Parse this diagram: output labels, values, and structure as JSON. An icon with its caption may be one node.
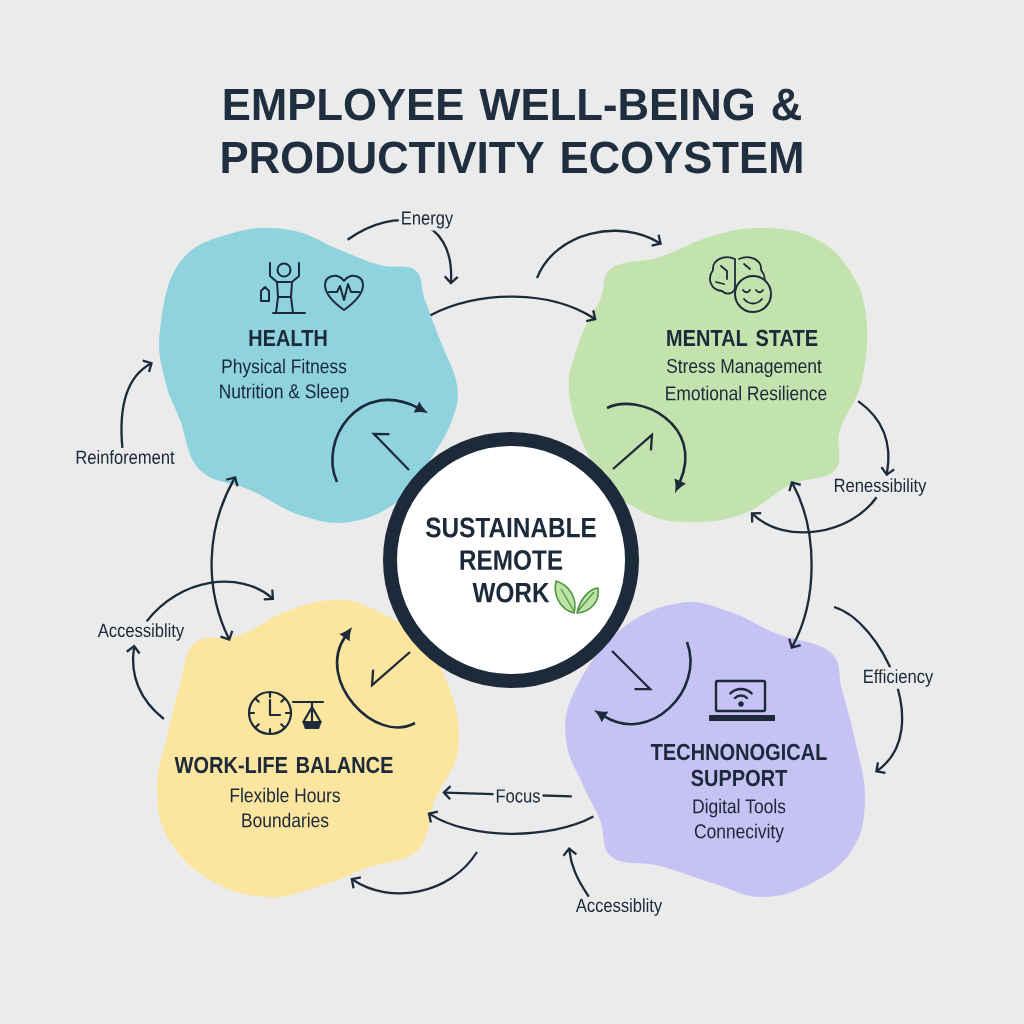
{
  "diagram": {
    "title": "EMPLOYEE WELL-BEING & PRODUCTIVITY ECOYSTEM",
    "nodes": [
      {
        "text": [
          "HEALTH",
          "Physical Fitness",
          "Nutrition & Sleep"
        ]
      },
      {
        "text": [
          "MENTAL STATE",
          "Stress Management",
          "Emotional Resilience"
        ]
      },
      {
        "text": [
          "Reinforement"
        ]
      },
      {
        "text": [
          "Renessibility"
        ]
      },
      {
        "text": [
          "SUSTAINABLE REMOTE WORK"
        ]
      },
      {
        "text": [
          "Accessiblity"
        ]
      },
      {
        "text": [
          "WORK-LIFE BALANCE",
          "Flexible Hours",
          "Boundaries"
        ]
      },
      {
        "text": [
          "TECHNONOGICAL SUPPORT",
          "Digital Tools",
          "Connecivity"
        ]
      },
      {
        "text": [
          "Accessiblity"
        ]
      }
    ],
    "edges": [
      {
        "from": 0,
        "to": 0,
        "arrow": "to",
        "label": "Energy"
      },
      {
        "from": 0,
        "to": 1,
        "arrow": "to"
      },
      {
        "from": null,
        "to": 1,
        "arrow": "to"
      },
      {
        "from": 2,
        "to": 0,
        "arrow": "to"
      },
      {
        "from": 0,
        "to": 6,
        "arrow": "both"
      },
      {
        "from": 5,
        "to": 6,
        "arrow": "to"
      },
      {
        "from": 6,
        "to": 5,
        "arrow": "to"
      },
      {
        "from": 1,
        "to": 3,
        "arrow": "to"
      },
      {
        "from": 3,
        "to": 1,
        "arrow": "to"
      },
      {
        "from": 1,
        "to": 7,
        "arrow": "both"
      },
      {
        "from": null,
        "to": 7,
        "arrow": "to",
        "label": "Efficiency"
      },
      {
        "from": 7,
        "to": 6,
        "arrow": "to",
        "label": "Focus"
      },
      {
        "from": 7,
        "to": 6,
        "arrow": "to"
      },
      {
        "from": null,
        "to": 6,
        "arrow": "to"
      },
      {
        "from": 8,
        "to": null,
        "arrow": "to"
      }
    ]
  }
}
